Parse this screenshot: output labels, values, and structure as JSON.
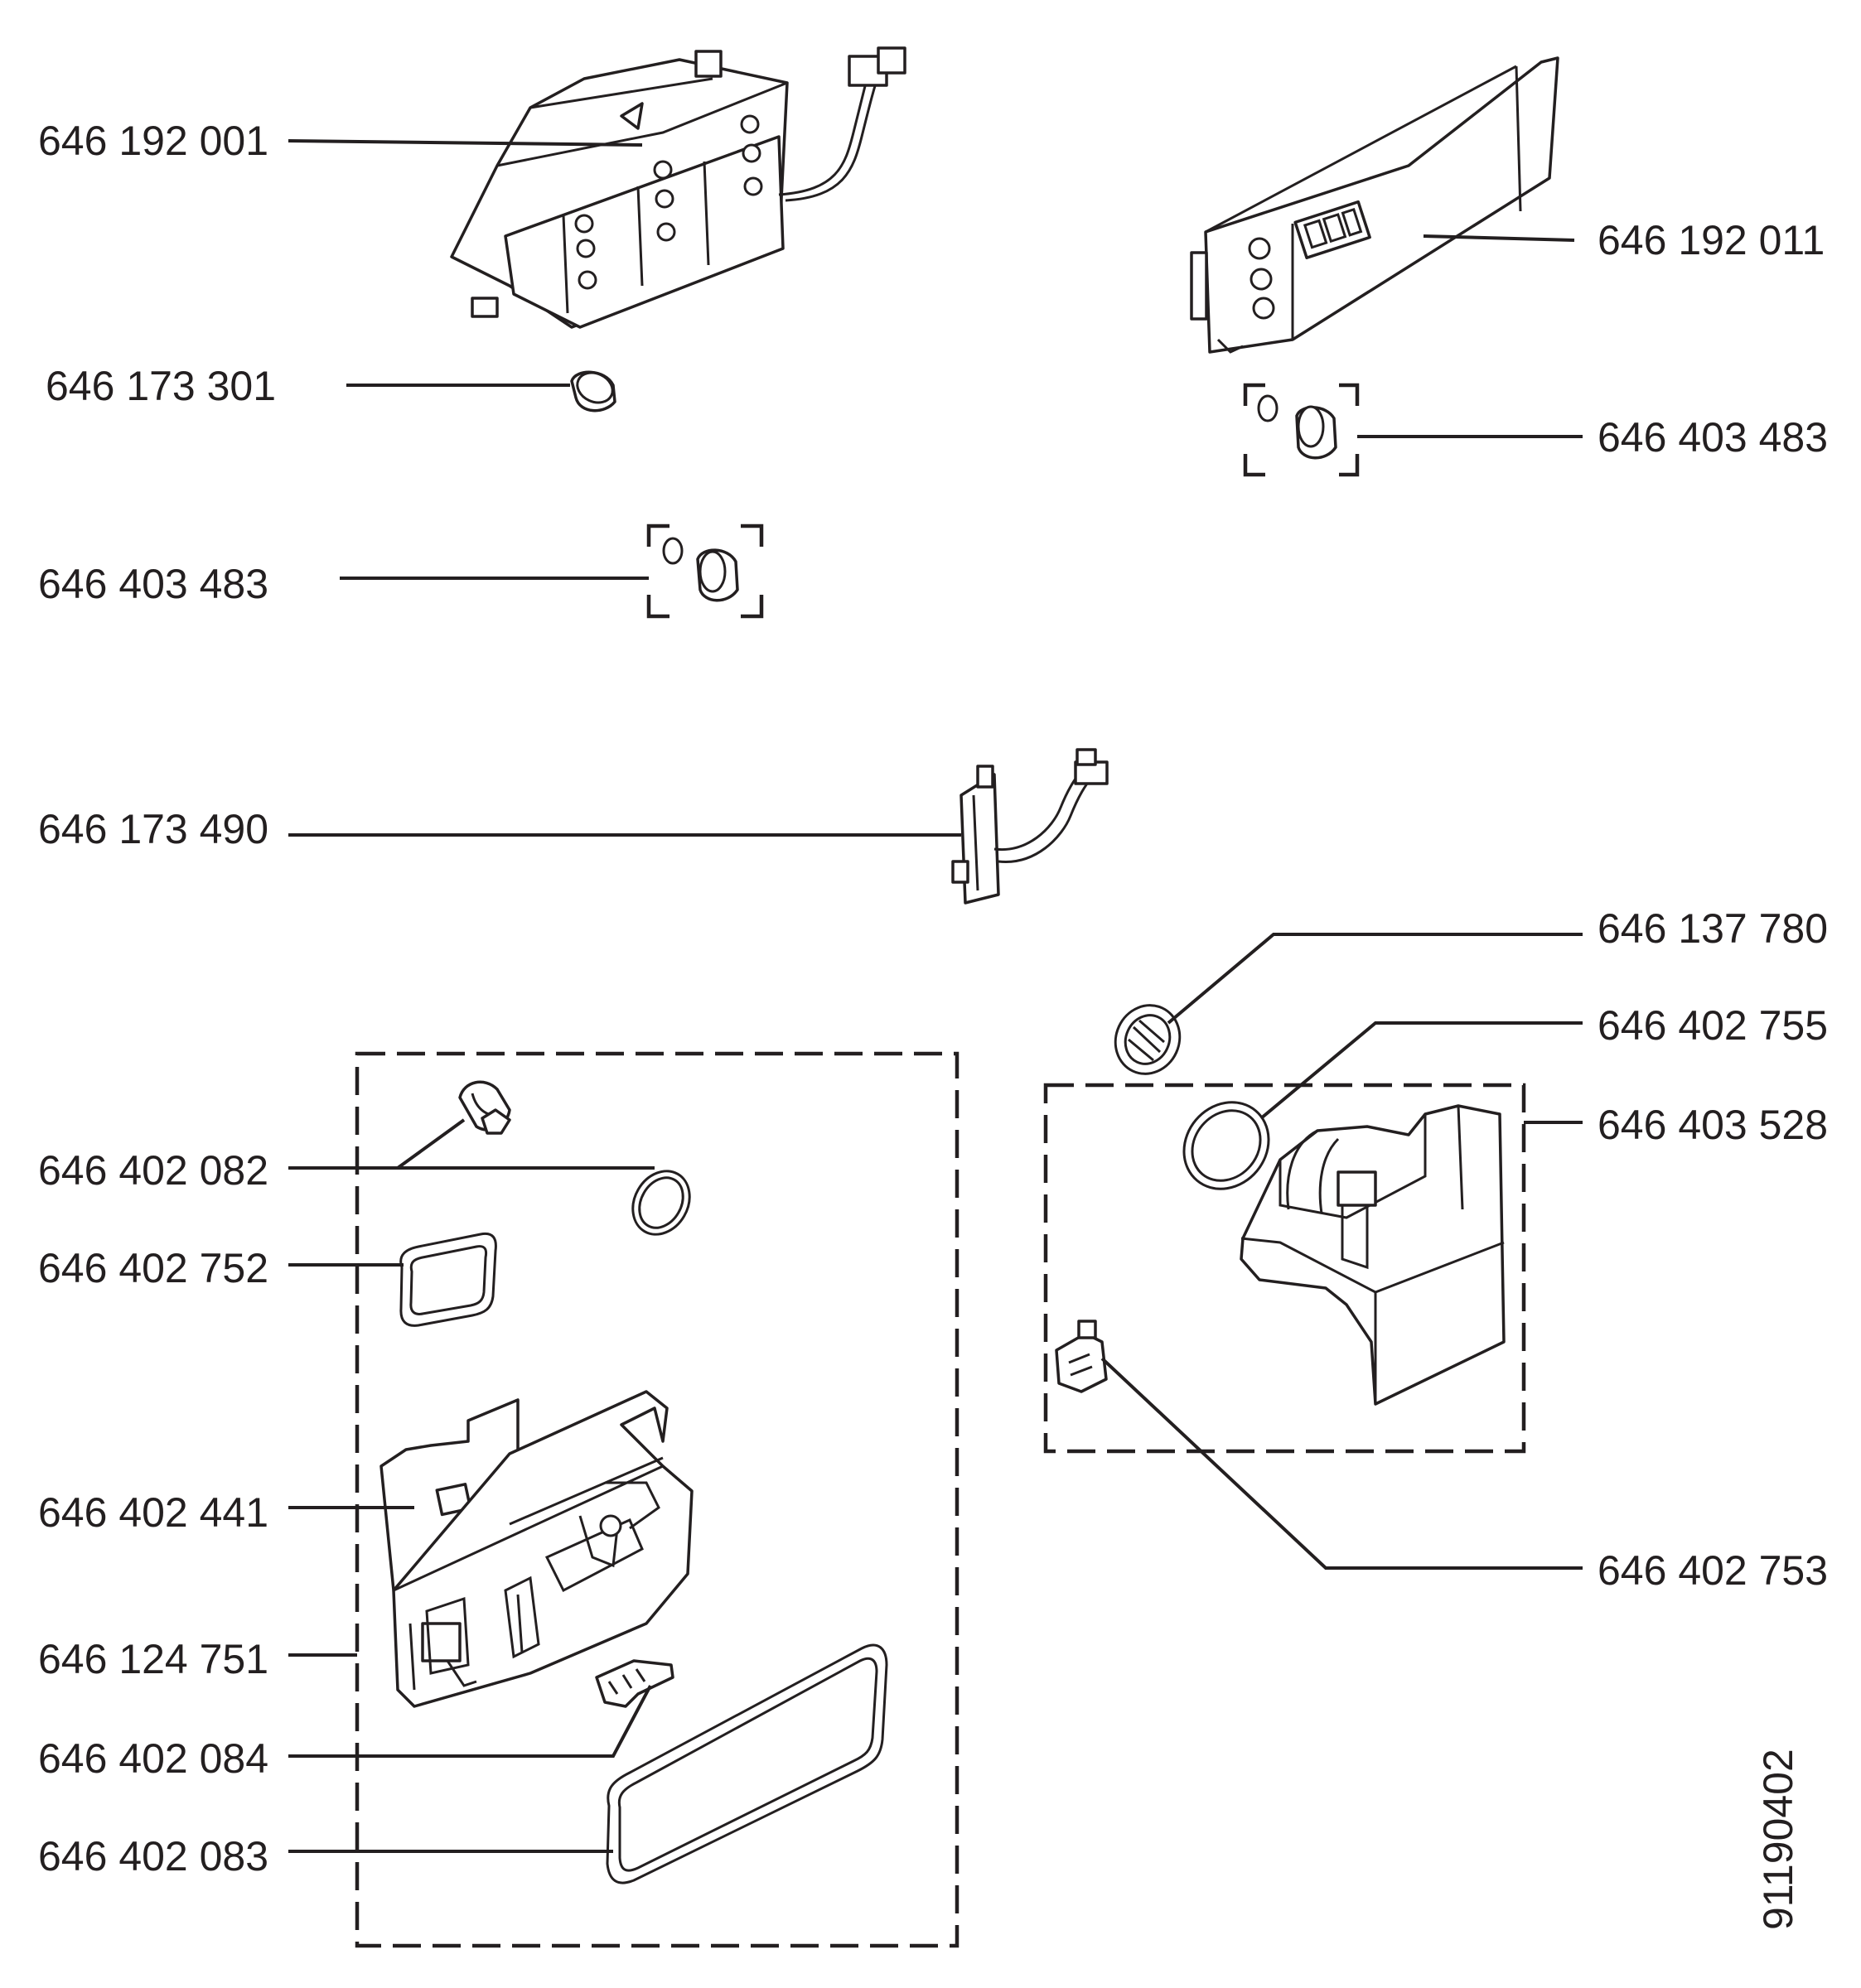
{
  "labels": {
    "p_646192001": "646 192 001",
    "p_646192011": "646 192 011",
    "p_646173301": "646 173 301",
    "p_646403483_right": "646 403 483",
    "p_646403483_left": "646 403 483",
    "p_646173490": "646 173 490",
    "p_646137780": "646 137 780",
    "p_646402755": "646 402 755",
    "p_646403528": "646 403 528",
    "p_646402082": "646 402 082",
    "p_646402752": "646 402 752",
    "p_646402441": "646 402 441",
    "p_646402753": "646 402 753",
    "p_646124751": "646 124 751",
    "p_646402084": "646 402 084",
    "p_646402083": "646 402 083"
  },
  "drawing_number": "91190402",
  "colors": {
    "ink": "#231f20",
    "background": "#ffffff"
  }
}
